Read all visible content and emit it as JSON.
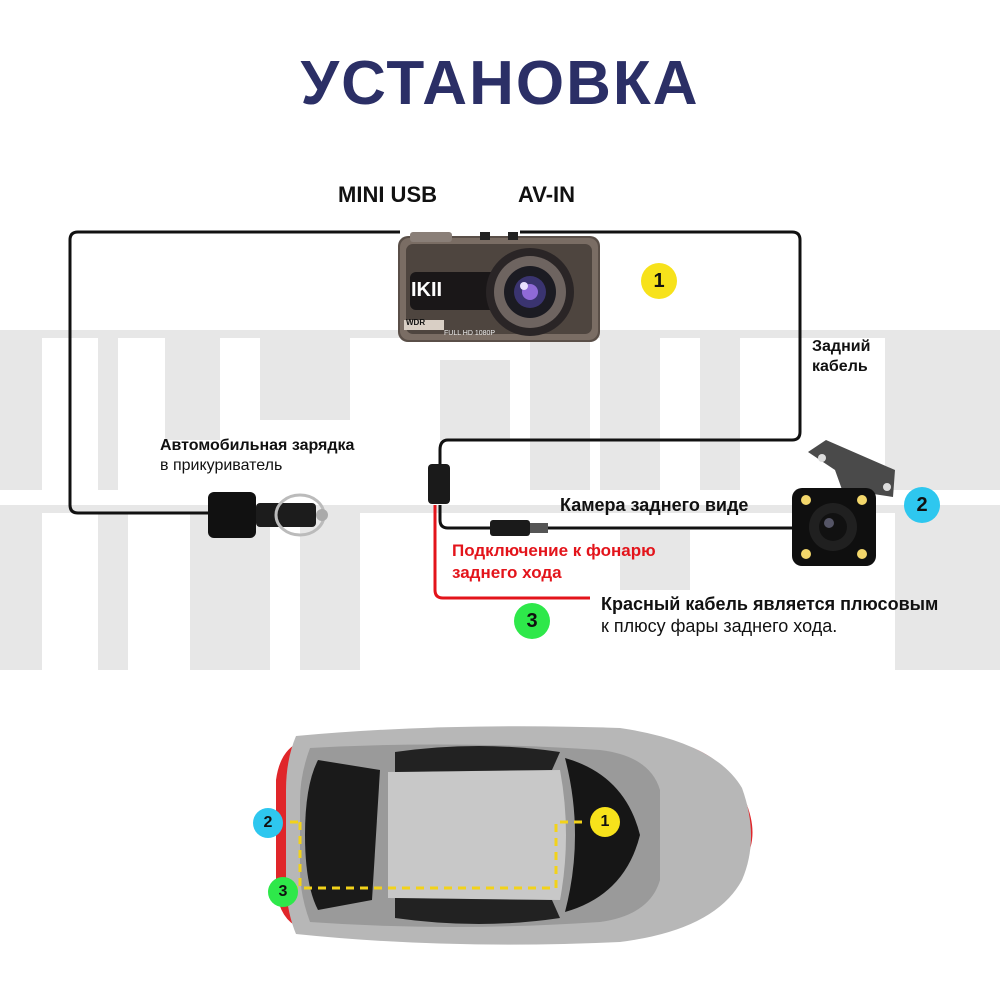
{
  "title": "УСТАНОВКА",
  "ports": {
    "mini_usb": "MINI USB",
    "av_in": "AV-IN"
  },
  "dashcam": {
    "logo": "IKII",
    "badge_line1": "WDR",
    "badge_line2": "FULL HD 1080P"
  },
  "labels": {
    "charger_line1": "Автомобильная зарядка",
    "charger_line2": "в прикуриватель",
    "rear_cable_line1": "Задний",
    "rear_cable_line2": "кабель",
    "rear_camera": "Камера заднего виде",
    "reverse_light_line1": "Подключение к фонарю",
    "reverse_light_line2": "заднего хода",
    "red_cable_line1": "Красный кабель",
    "red_cable_line2": "является плюсовым",
    "red_cable_line3": "к плюсу фары заднего хода."
  },
  "markers": {
    "one": "1",
    "two": "2",
    "three": "3"
  },
  "colors": {
    "title": "#2b2f66",
    "red_wire": "#e3141b",
    "marker_1": "#f7e21b",
    "marker_2": "#2ec7ef",
    "marker_3": "#2ee84a",
    "route_dashed": "#f2d21a"
  }
}
